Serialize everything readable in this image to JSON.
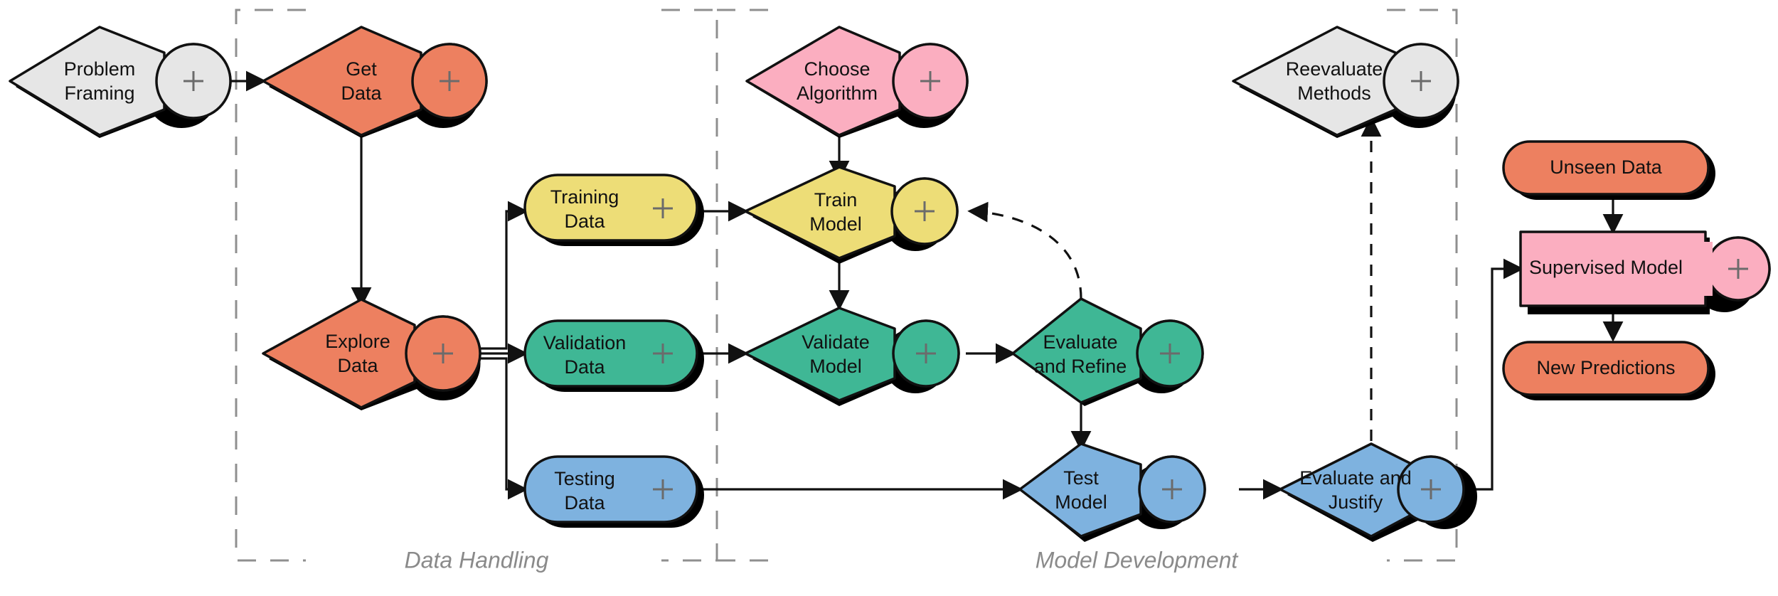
{
  "diagram": {
    "title": "Machine Learning Workflow",
    "groups": [
      {
        "id": "data-handling",
        "label": "Data Handling"
      },
      {
        "id": "model-development",
        "label": "Model Development"
      }
    ],
    "plus_icon": "plus-icon",
    "colors": {
      "grey": "#E6E6E6",
      "orange": "#ED8060",
      "yellow": "#EDDD77",
      "green": "#3FB795",
      "blue": "#7EB2DF",
      "pink": "#FBAEC0",
      "stroke": "#111111",
      "boundary": "#8F8F8F",
      "group_label": "#8A8A8A",
      "plus": "#6B6B6B"
    },
    "nodes": [
      {
        "id": "problem-framing",
        "label": "Problem Framing",
        "lines": [
          "Problem",
          "Framing"
        ],
        "shape": "diamond-bubble",
        "color": "grey",
        "has_plus": true
      },
      {
        "id": "get-data",
        "label": "Get Data",
        "lines": [
          "Get",
          "Data"
        ],
        "shape": "diamond-bubble",
        "color": "orange",
        "has_plus": true
      },
      {
        "id": "explore-data",
        "label": "Explore Data",
        "lines": [
          "Explore",
          "Data"
        ],
        "shape": "diamond-bubble",
        "color": "orange",
        "has_plus": true
      },
      {
        "id": "choose-algorithm",
        "label": "Choose Algorithm",
        "lines": [
          "Choose",
          "Algorithm"
        ],
        "shape": "diamond-bubble",
        "color": "pink",
        "has_plus": true
      },
      {
        "id": "training-data",
        "label": "Training Data",
        "lines": [
          "Training",
          "Data"
        ],
        "shape": "pill",
        "color": "yellow",
        "has_plus": true
      },
      {
        "id": "validation-data",
        "label": "Validation Data",
        "lines": [
          "Validation",
          "Data"
        ],
        "shape": "pill",
        "color": "green",
        "has_plus": true
      },
      {
        "id": "testing-data",
        "label": "Testing Data",
        "lines": [
          "Testing",
          "Data"
        ],
        "shape": "pill",
        "color": "blue",
        "has_plus": true
      },
      {
        "id": "train-model",
        "label": "Train Model",
        "lines": [
          "Train",
          "Model"
        ],
        "shape": "diamond-bubble",
        "color": "yellow",
        "has_plus": true
      },
      {
        "id": "validate-model",
        "label": "Validate Model",
        "lines": [
          "Validate",
          "Model"
        ],
        "shape": "diamond-bubble",
        "color": "green",
        "has_plus": true
      },
      {
        "id": "evaluate-refine",
        "label": "Evaluate and Refine",
        "lines": [
          "Evaluate",
          "and Refine"
        ],
        "shape": "diamond-bubble",
        "color": "green",
        "has_plus": true
      },
      {
        "id": "test-model",
        "label": "Test Model",
        "lines": [
          "Test",
          "Model"
        ],
        "shape": "diamond-bubble",
        "color": "blue",
        "has_plus": true
      },
      {
        "id": "evaluate-justify",
        "label": "Evaluate and Justify",
        "lines": [
          "Evaluate and",
          "Justify"
        ],
        "shape": "diamond-bubble",
        "color": "blue",
        "has_plus": true
      },
      {
        "id": "reevaluate-methods",
        "label": "Reevaluate Methods",
        "lines": [
          "Reevaluate",
          "Methods"
        ],
        "shape": "diamond-bubble",
        "color": "grey",
        "has_plus": true
      },
      {
        "id": "unseen-data",
        "label": "Unseen Data",
        "lines": [
          "Unseen Data"
        ],
        "shape": "pill",
        "color": "orange",
        "has_plus": false
      },
      {
        "id": "supervised-model",
        "label": "Supervised Model",
        "lines": [
          "Supervised Model"
        ],
        "shape": "rect-bubble",
        "color": "pink",
        "has_plus": true
      },
      {
        "id": "new-predictions",
        "label": "New Predictions",
        "lines": [
          "New Predictions"
        ],
        "shape": "pill",
        "color": "orange",
        "has_plus": false
      }
    ],
    "edges": [
      {
        "id": "e-problem-get",
        "from": "problem-framing",
        "to": "get-data",
        "style": "solid"
      },
      {
        "id": "e-get-explore",
        "from": "get-data",
        "to": "explore-data",
        "style": "solid"
      },
      {
        "id": "e-explore-training",
        "from": "explore-data",
        "to": "training-data",
        "style": "solid"
      },
      {
        "id": "e-explore-validation",
        "from": "explore-data",
        "to": "validation-data",
        "style": "solid"
      },
      {
        "id": "e-explore-testing",
        "from": "explore-data",
        "to": "testing-data",
        "style": "solid"
      },
      {
        "id": "e-choose-train",
        "from": "choose-algorithm",
        "to": "train-model",
        "style": "solid"
      },
      {
        "id": "e-training-train",
        "from": "training-data",
        "to": "train-model",
        "style": "solid"
      },
      {
        "id": "e-train-validate",
        "from": "train-model",
        "to": "validate-model",
        "style": "solid"
      },
      {
        "id": "e-validation-validate",
        "from": "validation-data",
        "to": "validate-model",
        "style": "solid"
      },
      {
        "id": "e-validate-evaluate",
        "from": "validate-model",
        "to": "evaluate-refine",
        "style": "solid"
      },
      {
        "id": "e-evaluate-train",
        "from": "evaluate-refine",
        "to": "train-model",
        "style": "dashed"
      },
      {
        "id": "e-evaluate-test",
        "from": "evaluate-refine",
        "to": "test-model",
        "style": "solid"
      },
      {
        "id": "e-testing-test",
        "from": "testing-data",
        "to": "test-model",
        "style": "solid"
      },
      {
        "id": "e-test-justify",
        "from": "test-model",
        "to": "evaluate-justify",
        "style": "solid"
      },
      {
        "id": "e-justify-reevaluate",
        "from": "evaluate-justify",
        "to": "reevaluate-methods",
        "style": "dashed"
      },
      {
        "id": "e-justify-supervised",
        "from": "evaluate-justify",
        "to": "supervised-model",
        "style": "solid"
      },
      {
        "id": "e-unseen-supervised",
        "from": "unseen-data",
        "to": "supervised-model",
        "style": "solid"
      },
      {
        "id": "e-supervised-new",
        "from": "supervised-model",
        "to": "new-predictions",
        "style": "solid"
      }
    ]
  }
}
